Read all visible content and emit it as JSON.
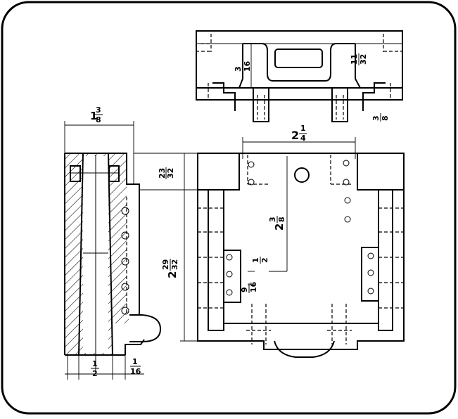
{
  "drawing": {
    "dimensions": {
      "overall_width": {
        "whole": "1",
        "num": "3",
        "den": "8"
      },
      "top_plate_width": {
        "whole": "2",
        "num": "1",
        "den": "4"
      },
      "top_thickness": {
        "num": "23",
        "den": "32"
      },
      "overall_height": {
        "whole": "2",
        "num": "29",
        "den": "32"
      },
      "center_height": {
        "whole": "2",
        "num": "3",
        "den": "8"
      },
      "top_flange": {
        "num": "3",
        "den": "16"
      },
      "slot_width": {
        "num": "11",
        "den": "32"
      },
      "leg_height": {
        "num": "3",
        "den": "8"
      },
      "block_half": {
        "num": "1",
        "den": "2"
      },
      "block_offset": {
        "num": "9",
        "den": "16"
      },
      "bottom_bore": {
        "num": "1",
        "den": "2"
      },
      "bottom_step": {
        "num": "1",
        "den": "16"
      }
    }
  }
}
